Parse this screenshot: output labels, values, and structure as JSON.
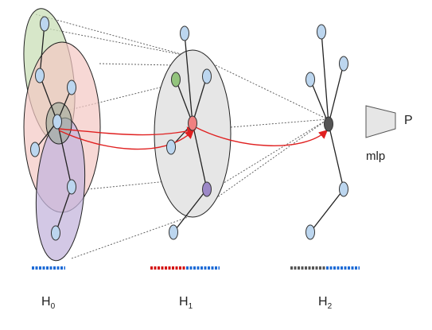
{
  "layers": [
    {
      "main": "H",
      "sub": "0"
    },
    {
      "main": "H",
      "sub": "1"
    },
    {
      "main": "H",
      "sub": "2"
    }
  ],
  "head": {
    "label": "mlp",
    "output": "P"
  },
  "colors": {
    "node_blue": "#bcd6ef",
    "node_red": "#f08080",
    "node_green": "#93c47d",
    "node_purple": "#9c88c7",
    "node_dark": "#555555",
    "arrow_red": "#e02020",
    "ellipse_green": "#c9dfb7",
    "ellipse_pink": "#f4c7c3",
    "ellipse_purple": "#c4b5dc",
    "ellipse_grey": "#e6e6e6",
    "bar_blue": "#1e6bd6",
    "bar_red": "#d41414",
    "bar_dark": "#555555"
  }
}
